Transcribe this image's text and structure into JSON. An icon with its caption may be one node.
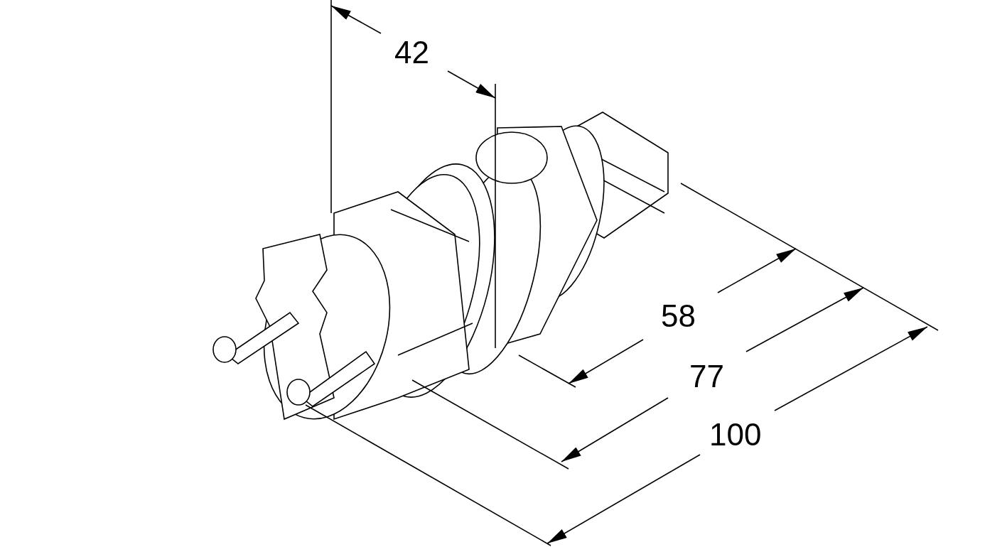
{
  "diagram": {
    "labels": [
      "42",
      "58",
      "77",
      "100"
    ]
  }
}
